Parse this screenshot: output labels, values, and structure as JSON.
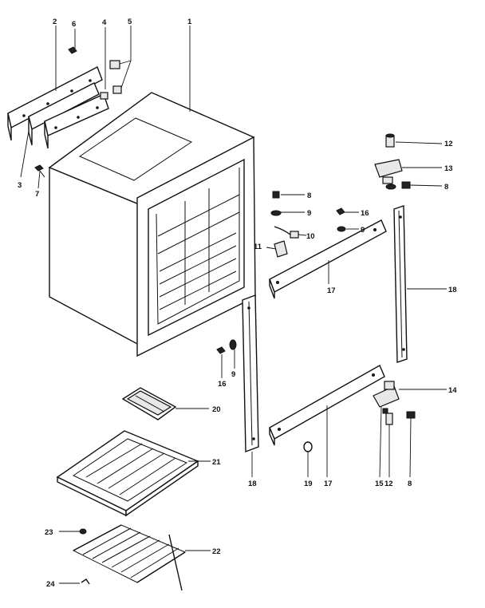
{
  "labels": {
    "l1": "1",
    "l2": "2",
    "l3": "3",
    "l4": "4",
    "l5": "5",
    "l6": "6",
    "l7": "7",
    "l8a": "8",
    "l8b": "8",
    "l8c": "8",
    "l9a": "9",
    "l9b": "9",
    "l9c": "9",
    "l10": "10",
    "l11": "11",
    "l12a": "12",
    "l12b": "12",
    "l13": "13",
    "l14": "14",
    "l15": "15",
    "l16a": "16",
    "l16b": "16",
    "l17a": "17",
    "l17b": "17",
    "l18a": "18",
    "l18b": "18",
    "l19": "19",
    "l20": "20",
    "l21": "21",
    "l22": "22",
    "l23": "23",
    "l24": "24"
  }
}
